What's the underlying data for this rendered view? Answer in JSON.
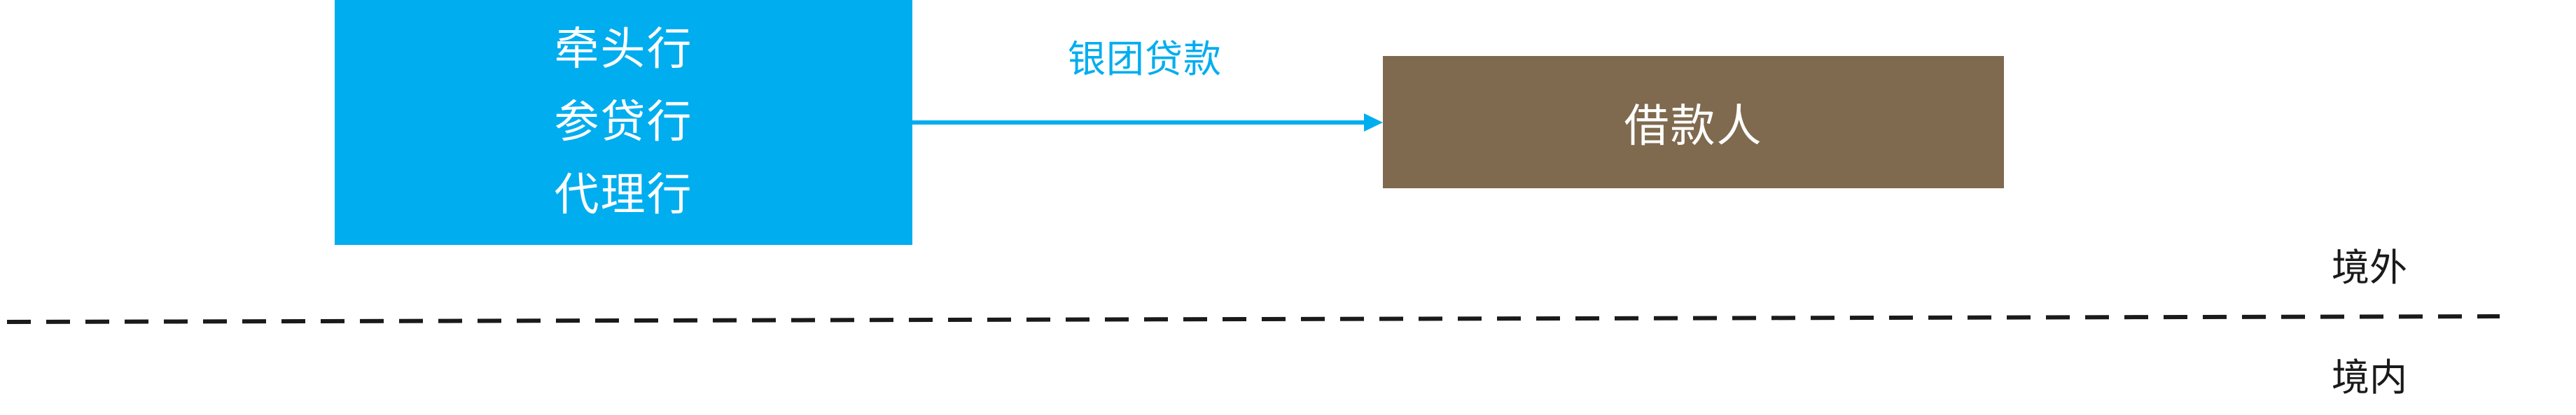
{
  "lender_box": {
    "lines": [
      "牵头行",
      "参贷行",
      "代理行"
    ],
    "color": "#00adef"
  },
  "borrower_box": {
    "label": "借款人",
    "color": "#7f6a4f"
  },
  "flow": {
    "label": "银团贷款",
    "color": "#00adef"
  },
  "regions": {
    "offshore": "境外",
    "onshore": "境内"
  }
}
